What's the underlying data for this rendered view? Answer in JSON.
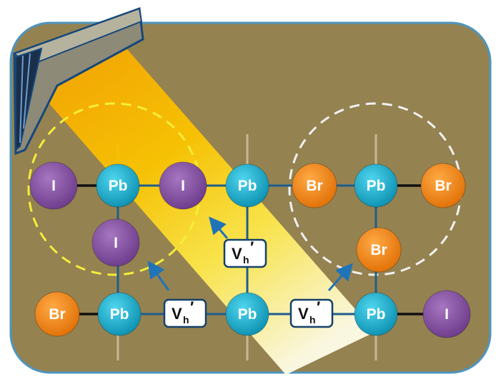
{
  "colors": {
    "background": "#958251",
    "panel_border": "#4e95bd",
    "bond": "#101010",
    "lattice_line": "#1d5e8c",
    "guide_line": "#cfc3a0",
    "arrow": "#1f73b7",
    "circle_left": "#f4ee3a",
    "circle_right": "#f2f2f2",
    "pb": "#16b6d6",
    "iodine": "#8a52a7",
    "bromine": "#f58c1e",
    "label_box_border": "#14416b",
    "lamp_body": "#8d8a78",
    "lamp_edge": "#15477c"
  },
  "atoms": {
    "r1_i_left": "I",
    "r1_pb_1": "Pb",
    "r1_i_mid": "I",
    "r1_pb_2": "Pb",
    "r1_br_1": "Br",
    "r1_pb_3": "Pb",
    "r1_br_2": "Br",
    "r2_i": "I",
    "r2_br": "Br",
    "r3_br": "Br",
    "r3_pb_1": "Pb",
    "r3_pb_2": "Pb",
    "r3_pb_3": "Pb",
    "r3_i": "I"
  },
  "vacancy_labels": {
    "upper": {
      "main": "V",
      "sub": "h",
      "prime": "′"
    },
    "lower_left": {
      "main": "V",
      "sub": "h",
      "prime": "′"
    },
    "lower_right": {
      "main": "V",
      "sub": "h",
      "prime": "′"
    }
  },
  "icons": {
    "light_source": "lamp-icon"
  }
}
